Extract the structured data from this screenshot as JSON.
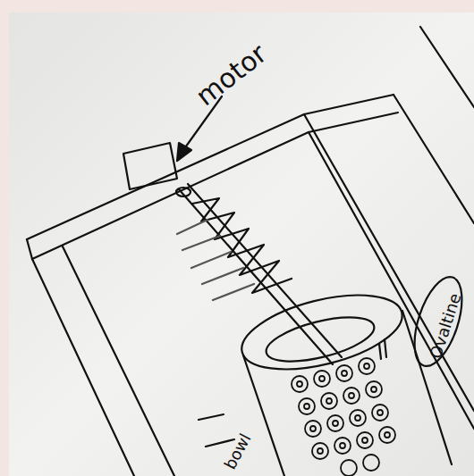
{
  "diagram": {
    "labels": [
      "motor",
      "Ovaltine",
      "bowl"
    ]
  }
}
